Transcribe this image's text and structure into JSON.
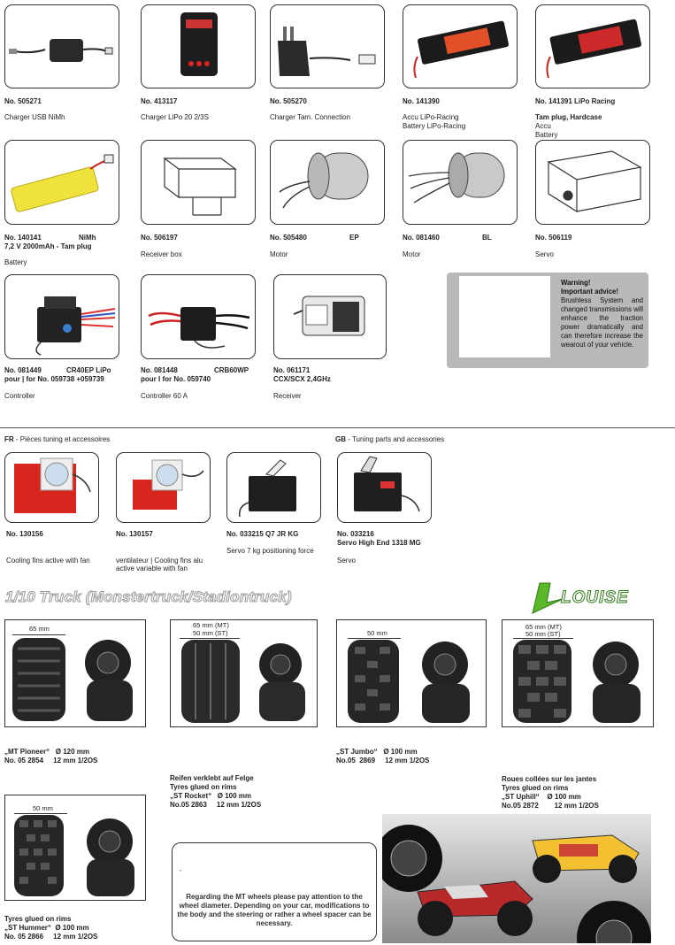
{
  "row1": [
    {
      "no": "No. 505271",
      "desc": [
        "Charger USB NiMh"
      ]
    },
    {
      "no": "No. 413117",
      "desc": [
        "Charger LiPo 20 2/3S"
      ]
    },
    {
      "no": "No. 505270",
      "desc": [
        "Charger Tam. Connection"
      ]
    },
    {
      "no": "No. 141390",
      "desc": [
        "Accu LiPo-Racing",
        "Battery LiPo-Racing"
      ]
    },
    {
      "no": "No. 141391   LiPo Racing",
      "desc": [
        "Tam plug, Hardcase",
        "Accu",
        "Battery"
      ]
    }
  ],
  "row2": [
    {
      "no": "No. 140141",
      "no_right": "NiMh",
      "no2": "7,2 V 2000mAh - Tam plug",
      "desc": [
        "Battery"
      ]
    },
    {
      "no": "No. 506197",
      "desc": [
        "Receiver box"
      ]
    },
    {
      "no": "No. 505480",
      "no_right": "EP",
      "desc": [
        "Motor"
      ]
    },
    {
      "no": "No. 081460",
      "no_right": "BL",
      "desc": [
        "Motor"
      ]
    },
    {
      "no": "No. 506119",
      "desc": [
        "Servo"
      ]
    }
  ],
  "row3": [
    {
      "no": "No. 081449",
      "no_right": "CR40EP LiPo",
      "no2": "pour | for No. 059738 +059739",
      "desc": [
        "Controller"
      ]
    },
    {
      "no": "No. 081448",
      "no_right": "CRB60WP",
      "no2": "pour I for No. 059740",
      "desc": [
        "Controller 60 A"
      ]
    },
    {
      "no": "No. 061171",
      "no2": "CCX/SCX 2,4GHz",
      "desc": [
        "Receiver"
      ]
    }
  ],
  "warning": {
    "title1": "Warning!",
    "title2": "Important advice!",
    "body": "Brushless System and changed transmissions will enhance the traction power dramatically and can therefore increase the wearout of your vehicle."
  },
  "tuning": {
    "fr_code": "FR",
    "fr_text": " - Pièces tuning et accessoires",
    "gb_code": "GB",
    "gb_text": " - Tuning parts and accessories",
    "items": [
      {
        "no": "No. 130156",
        "desc": [
          "Cooling fins active with fan"
        ]
      },
      {
        "no": "No. 130157",
        "desc": [
          "ventilateur | Cooling fins alu",
          "active variable with fan"
        ]
      },
      {
        "no": "No. 033215   Q7 JR KG",
        "desc": [
          "Servo 7 kg positioning force"
        ]
      },
      {
        "no": "No. 033216",
        "no2": "Servo High End 1318 MG",
        "desc": [
          "Servo"
        ]
      }
    ]
  },
  "truck": {
    "heading": "1/10 Truck (Monstertruck/Stadiontruck)",
    "logo": "LOUISE",
    "tyres": [
      {
        "dims": [
          "65 mm"
        ],
        "line1": "„MT Pioneer“   Ø 120 mm",
        "line2": "No. 05 2854     12 mm 1/2OS"
      },
      {
        "dims": [
          "65 mm (MT)",
          "50 mm (ST)"
        ],
        "pre1": "Reifen verklebt auf Felge",
        "pre2": "Tyres glued on rims",
        "line1": "„ST Rocket“   Ø 100 mm",
        "line2": "No.05 2863     12 mm 1/2OS"
      },
      {
        "dims": [
          "50 mm"
        ],
        "line1": "„ST Jumbo“   Ø 100 mm",
        "line2": "No.05  2869     12 mm 1/2OS"
      },
      {
        "dims": [
          "65 mm (MT)",
          "50 mm (ST)"
        ],
        "pre1": "Roues collées sur les jantes",
        "pre2": "Tyres glued on rims",
        "line1": "„ST Uphill“    Ø 100 mm",
        "line2": "No.05 2872        12 mm 1/2OS"
      },
      {
        "dims": [
          "50 mm"
        ],
        "pre2": "Tyres glued on rims",
        "line1": "„ST Hummer“  Ø 100 mm",
        "line2": "No. 05 2866     12 mm 1/2OS"
      }
    ],
    "notice": "Regarding the MT wheels please pay attention to the wheel diameter. Depending on your car, modifications to the body and the steering or rather a wheel spacer can be necessary.",
    "notice_mark": ","
  },
  "colors": {
    "accent_green": "#5ab82a",
    "fin_red": "#d8261e",
    "warning_bg": "#b9b9b9"
  }
}
